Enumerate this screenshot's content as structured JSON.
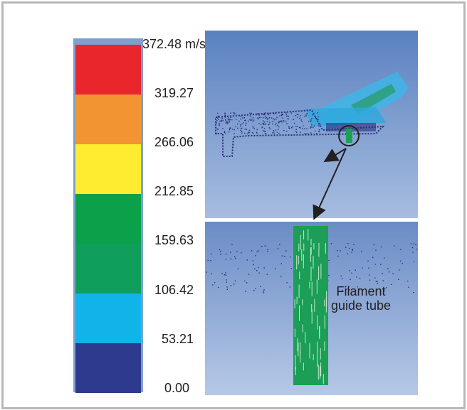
{
  "scale": {
    "max_label": "372.48 m/s",
    "ticks": [
      "319.27",
      "266.06",
      "212.85",
      "159.63",
      "106.42",
      "53.21",
      "0.00"
    ],
    "bands": [
      "#e8262b",
      "#f29431",
      "#fdec2f",
      "#0aa14a",
      "#0f9e5c",
      "#10b4e9",
      "#2d3a8e"
    ]
  },
  "colors": {
    "frame": "#b8b8b8",
    "panel_background": "#6b8fc6",
    "particles_dark": "#2a2f7a",
    "particles_light": "#25b7df",
    "tube_green": "#1c9e57",
    "arrow": "#231f20"
  },
  "annotation": {
    "line1": "Filament",
    "line2": "guide tube"
  }
}
